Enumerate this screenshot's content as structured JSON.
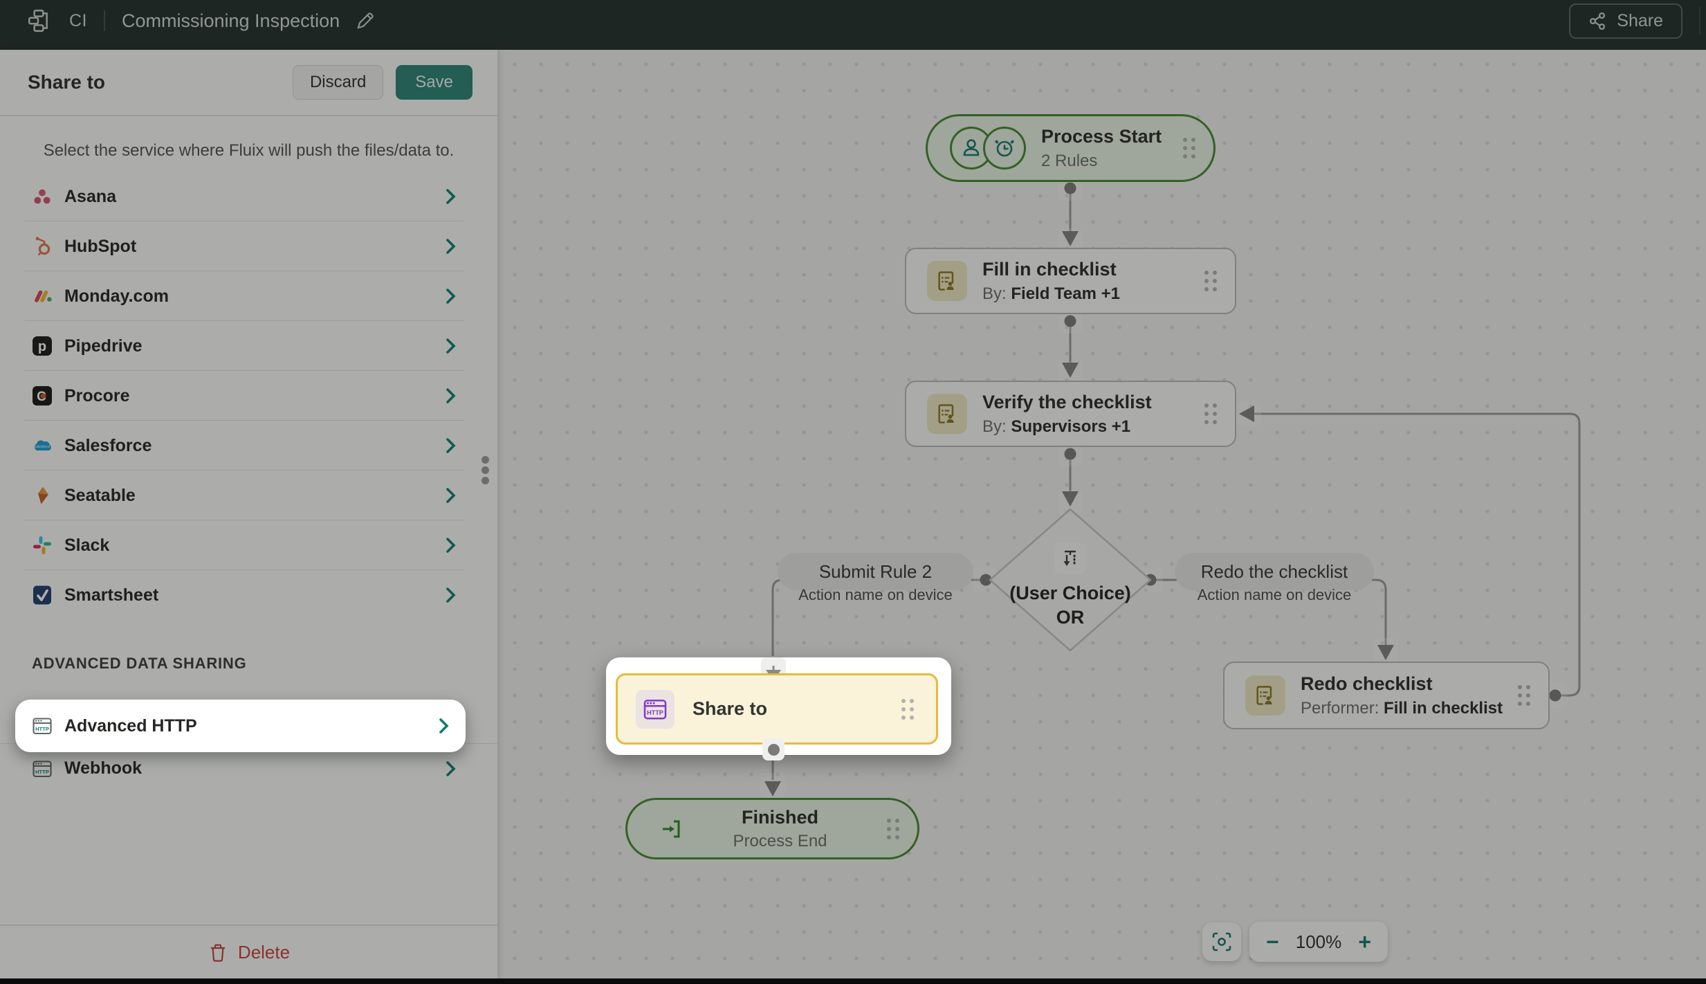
{
  "header": {
    "workspace_abbr": "CI",
    "process_title": "Commissioning Inspection",
    "share_button": "Share"
  },
  "panel": {
    "title": "Share to",
    "discard_button": "Discard",
    "save_button": "Save",
    "helper_text": "Select the service where Fluix will push the files/data to.",
    "services": [
      {
        "name": "Asana"
      },
      {
        "name": "HubSpot"
      },
      {
        "name": "Monday.com"
      },
      {
        "name": "Pipedrive"
      },
      {
        "name": "Procore"
      },
      {
        "name": "Salesforce"
      },
      {
        "name": "Seatable"
      },
      {
        "name": "Slack"
      },
      {
        "name": "Smartsheet"
      }
    ],
    "section_header": "ADVANCED DATA SHARING",
    "advanced_items": [
      {
        "name": "Advanced HTTP",
        "highlighted": true
      },
      {
        "name": "Webhook",
        "highlighted": false
      }
    ],
    "delete_button": "Delete"
  },
  "canvas": {
    "nodes": {
      "process_start": {
        "title": "Process Start",
        "subtitle": "2 Rules"
      },
      "fill_in_checklist": {
        "title": "Fill in checklist",
        "meta_label": "By:",
        "meta_value": "Field Team +1"
      },
      "verify_checklist": {
        "title": "Verify the checklist",
        "meta_label": "By:",
        "meta_value": "Supervisors +1"
      },
      "decision": {
        "line1": "(User Choice)",
        "line2": "OR"
      },
      "share_to": {
        "title": "Share to"
      },
      "redo_checklist": {
        "title": "Redo checklist",
        "meta_label": "Performer:",
        "meta_value": "Fill in checklist"
      },
      "finished": {
        "title": "Finished",
        "subtitle": "Process End"
      }
    },
    "branch_labels": {
      "left": {
        "title": "Submit Rule 2",
        "subtitle": "Action name on device"
      },
      "right": {
        "title": "Redo the checklist",
        "subtitle": "Action name on device"
      }
    },
    "zoom_controls": {
      "zoom_level": "100%",
      "minus": "−",
      "plus": "+"
    }
  },
  "colors": {
    "accent_teal": "#15786e",
    "highlight_yellow": "#e8ba3a",
    "success_green": "#43892f",
    "danger_red": "#c4423c",
    "header_bg": "#232e2a"
  }
}
